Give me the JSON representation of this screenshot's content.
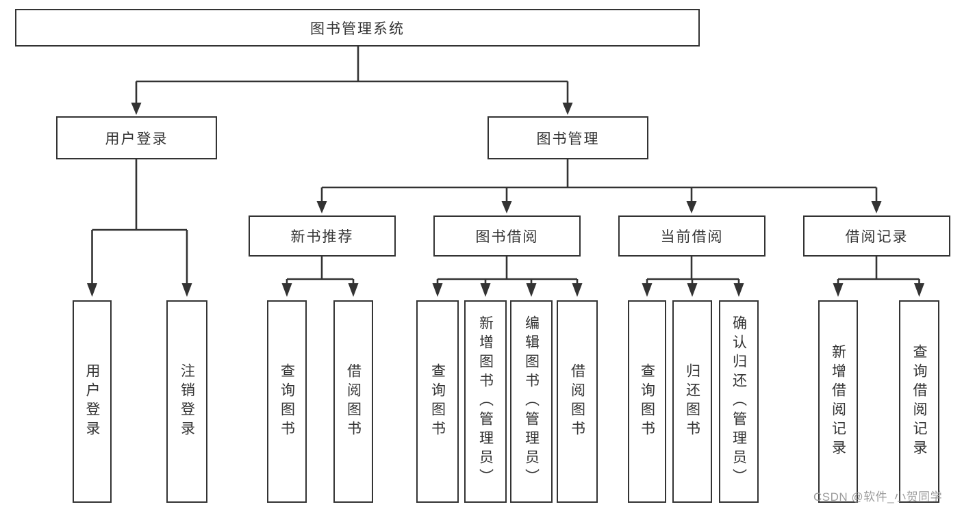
{
  "colors": {
    "line": "#333333",
    "box_border": "#333333",
    "text": "#333333",
    "background": "#ffffff",
    "watermark": "#9b9b9b"
  },
  "watermark": {
    "text": "CSDN @软件_小贺同学"
  },
  "tree": {
    "root": {
      "label": "图书管理系统"
    },
    "branches": [
      {
        "label": "用户登录",
        "children": [
          {
            "label": "用户登录"
          },
          {
            "label": "注销登录"
          }
        ]
      },
      {
        "label": "图书管理",
        "children": [
          {
            "label": "新书推荐",
            "children": [
              {
                "label": "查询图书"
              },
              {
                "label": "借阅图书"
              }
            ]
          },
          {
            "label": "图书借阅",
            "children": [
              {
                "label": "查询图书"
              },
              {
                "label": "新增图书（管理员）"
              },
              {
                "label": "编辑图书（管理员）"
              },
              {
                "label": "借阅图书"
              }
            ]
          },
          {
            "label": "当前借阅",
            "children": [
              {
                "label": "查询图书"
              },
              {
                "label": "归还图书"
              },
              {
                "label": "确认归还（管理员）"
              }
            ]
          },
          {
            "label": "借阅记录",
            "children": [
              {
                "label": "新增借阅记录"
              },
              {
                "label": "查询借阅记录"
              }
            ]
          }
        ]
      }
    ]
  }
}
